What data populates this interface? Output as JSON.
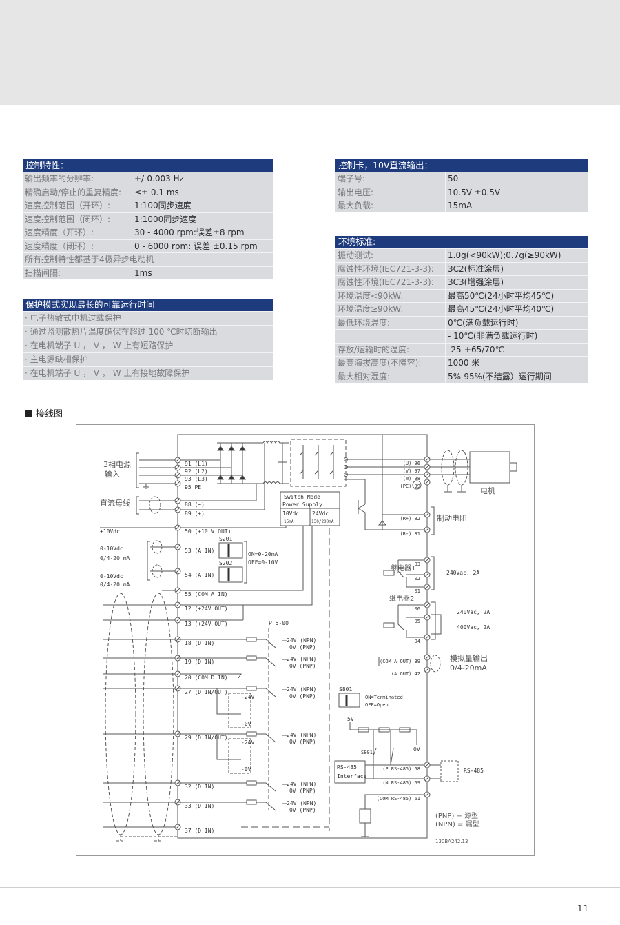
{
  "control_characteristics": {
    "title": "控制特性：",
    "rows": [
      {
        "label": "输出频率的分辨率:",
        "value": "+/-0.003 Hz"
      },
      {
        "label": "精确启动/停止的重复精度:",
        "value": "≤± 0.1 ms"
      },
      {
        "label": "速度控制范围（开环）:",
        "value": "1:100同步速度"
      },
      {
        "label": "速度控制范围（闭环）:",
        "value": "1:1000同步速度"
      },
      {
        "label": "速度精度（开环）:",
        "value": "30 - 4000 rpm:误差±8 rpm"
      },
      {
        "label": "速度精度（闭环）:",
        "value": "0 - 6000 rpm: 误差 ±0.15 rpm"
      }
    ],
    "note": "所有控制特性都基于4极异步电动机",
    "scan": {
      "label": "扫描间隔:",
      "value": "1ms"
    }
  },
  "protection": {
    "title": "保护模式实现最长的可靠运行时间",
    "items": [
      "· 电子热敏式电机过载保护",
      "· 通过监测散热片温度确保在超过 100 ℃时切断输出",
      "· 在电机端子 U ， V ， W 上有短路保护",
      "· 主电源缺相保护",
      "· 在电机端子 U ， V ， W 上有接地故障保护"
    ]
  },
  "control_card": {
    "title": "控制卡，10V直流输出：",
    "rows": [
      {
        "label": "端子号:",
        "value": "50"
      },
      {
        "label": "输出电压:",
        "value": "10.5V ±0.5V"
      },
      {
        "label": "最大负载:",
        "value": "15mA"
      }
    ]
  },
  "environment": {
    "title": "环境标准:",
    "rows": [
      {
        "label": "振动测试:",
        "value": "1.0g(<90kW);0.7g(≥90kW)"
      },
      {
        "label": "腐蚀性环境(IEC721-3-3):",
        "value": "3C2(标准涂层)"
      },
      {
        "label": "腐蚀性环境(IEC721-3-3):",
        "value": "3C3(增强涂层)"
      },
      {
        "label": "环境温度<90kW:",
        "value": "最高50℃(24小时平均45℃)"
      },
      {
        "label": "环境温度≥90kW:",
        "value": "最高45℃(24小时平均40℃)"
      },
      {
        "label": "最低环境温度:",
        "value": "0℃(满负载运行时)"
      },
      {
        "label": "",
        "value": "- 10℃(非满负载运行时)"
      },
      {
        "label": "存放/运输时的温度:",
        "value": "-25-+65/70℃"
      },
      {
        "label": "最高海拔高度(不降容):",
        "value": "1000 米"
      },
      {
        "label": "最大相对湿度:",
        "value": "5%-95%(不结露）运行期间"
      }
    ]
  },
  "wiring": {
    "section_title": "接线图",
    "left_terminals": [
      {
        "text": "91  (L1)",
        "row": 52
      },
      {
        "text": "92  (L2)",
        "row": 63
      },
      {
        "text": "93  (L3)",
        "row": 74
      },
      {
        "text": "95  PE",
        "row": 86
      },
      {
        "text": "88  (−)",
        "row": 111
      },
      {
        "text": "89  (+)",
        "row": 124
      },
      {
        "text": "50  (+10 V OUT)",
        "row": 150
      },
      {
        "text": "53  (A IN)",
        "row": 178
      },
      {
        "text": "54  (A IN)",
        "row": 213
      },
      {
        "text": "55  (COM A IN)",
        "row": 241
      },
      {
        "text": "12  (+24V OUT)",
        "row": 262
      },
      {
        "text": "13  (+24V OUT)",
        "row": 284
      },
      {
        "text": "18  (D IN)",
        "row": 312
      },
      {
        "text": "19  (D IN)",
        "row": 339
      },
      {
        "text": "20  (COM D IN)",
        "row": 362
      },
      {
        "text": "27  (D IN/OUT)",
        "row": 383
      },
      {
        "text": "29  (D IN/OUT)",
        "row": 449
      },
      {
        "text": "32  (D IN)",
        "row": 520
      },
      {
        "text": "33  (D IN)",
        "row": 548
      },
      {
        "text": "37  (D IN)",
        "row": 584
      }
    ],
    "right_terminals": [
      {
        "text": "(U) 96",
        "row": 51
      },
      {
        "text": "(V) 97",
        "row": 62
      },
      {
        "text": "(W) 98",
        "row": 73
      },
      {
        "text": "(PE) 99",
        "row": 84
      },
      {
        "text": "(R+) 82",
        "row": 131
      },
      {
        "text": "(R-) 81",
        "row": 153
      },
      {
        "text": "03",
        "row": 197
      },
      {
        "text": "02",
        "row": 218
      },
      {
        "text": "01",
        "row": 236
      },
      {
        "text": "06",
        "row": 262
      },
      {
        "text": "05",
        "row": 280
      },
      {
        "text": "04",
        "row": 309
      },
      {
        "text": "(COM A OUT) 39",
        "row": 338
      },
      {
        "text": "(A OUT) 42",
        "row": 356
      },
      {
        "text": "(P RS-485) 68",
        "row": 494
      },
      {
        "text": "(N RS-485) 69",
        "row": 514
      },
      {
        "text": "(COM RS-485) 61",
        "row": 537
      }
    ],
    "digital_input_rows": [
      312,
      339,
      383,
      449,
      520,
      548
    ],
    "npn_label": "24V (NPN)",
    "pnp_label": "0V (PNP)",
    "labels": {
      "mains_1": "3相电源",
      "mains_2": "输入",
      "dc_bus": "直流母线",
      "v10": "+10Vdc",
      "ain1_a": "0-10Vdc",
      "ain1_b": "0/4-20  mA",
      "ain2_a": "0-10Vdc",
      "ain2_b": "0/4-20  mA",
      "smps_1": "Switch Mode",
      "smps_2": "Power Supply",
      "smps_10v": "10Vdc",
      "smps_10v_ma": "15mA",
      "smps_24v": "24Vdc",
      "smps_24v_ma": "130/200mA",
      "s201": "S201",
      "s202": "S202",
      "switch_on": "ON=0-20mA",
      "switch_off": "OFF=0-10V",
      "p500": "P 5-00",
      "v24": "-24V",
      "v0": "-0V",
      "motor": "电机",
      "brake": "制动电阻",
      "relay1": "继电器1",
      "relay2": "继电器2",
      "r1_rating": "240Vac, 2A",
      "r2_rating_a": "240Vac, 2A",
      "r2_rating_b": "400Vac, 2A",
      "aout_1": "模拟量输出",
      "aout_2": "0/4-20mA",
      "s801": "S801",
      "s801_on": "ON=Terminated",
      "s801_off": "OFF=Open",
      "v5": "5V",
      "v0b": "0V",
      "s801b": "S801",
      "rs485_if_1": "RS-485",
      "rs485_if_2": "Interface",
      "rs485": "RS-485",
      "pnp_def": "(PNP) = 源型",
      "npn_def": "(NPN) = 漏型",
      "code": "130BA242.13"
    }
  },
  "page_number": "11"
}
